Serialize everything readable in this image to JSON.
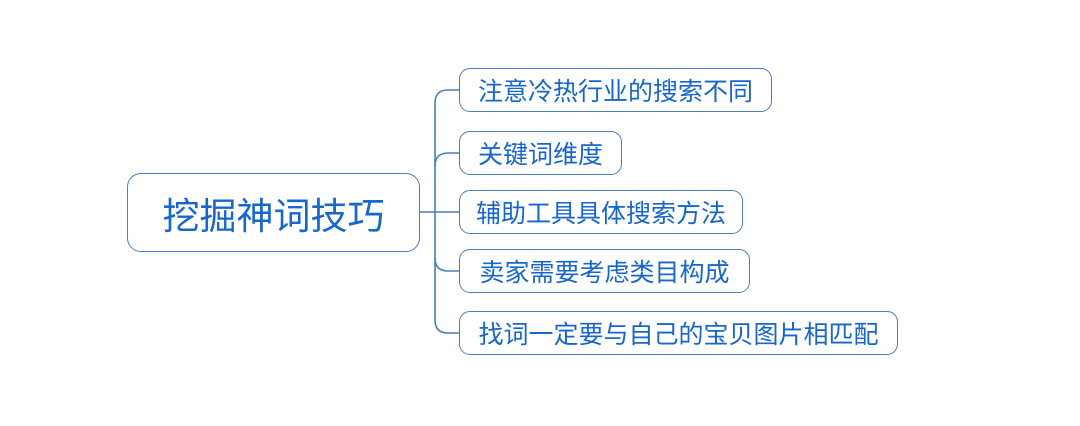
{
  "mindmap": {
    "root": {
      "label": "挖掘神词技巧"
    },
    "children": [
      {
        "label": "注意冷热行业的搜索不同"
      },
      {
        "label": "关键词维度"
      },
      {
        "label": "辅助工具具体搜索方法"
      },
      {
        "label": "卖家需要考虑类目构成"
      },
      {
        "label": "找词一定要与自己的宝贝图片相匹配"
      }
    ],
    "colors": {
      "node_border": "#4a7ebb",
      "connector_line": "#4a7ebb",
      "text": "#1766cc",
      "background": "#ffffff"
    }
  }
}
